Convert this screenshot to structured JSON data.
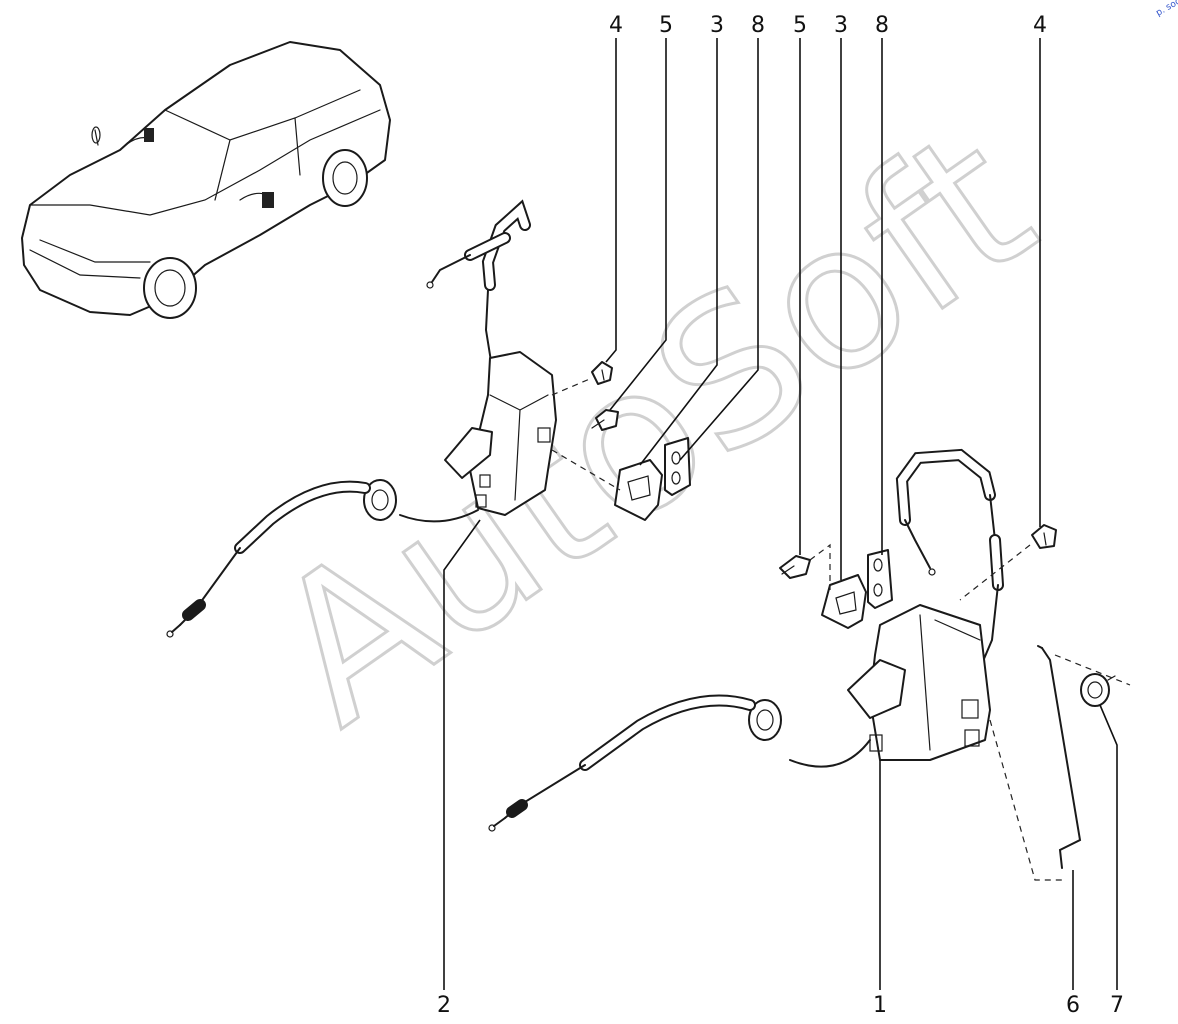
{
  "callouts": {
    "top": [
      "4",
      "5",
      "3",
      "8",
      "5",
      "3",
      "8",
      "4"
    ],
    "bottom": [
      "2",
      "1",
      "6",
      "7"
    ]
  },
  "watermark": "AutoSoft",
  "corner_mark": "p. soo"
}
